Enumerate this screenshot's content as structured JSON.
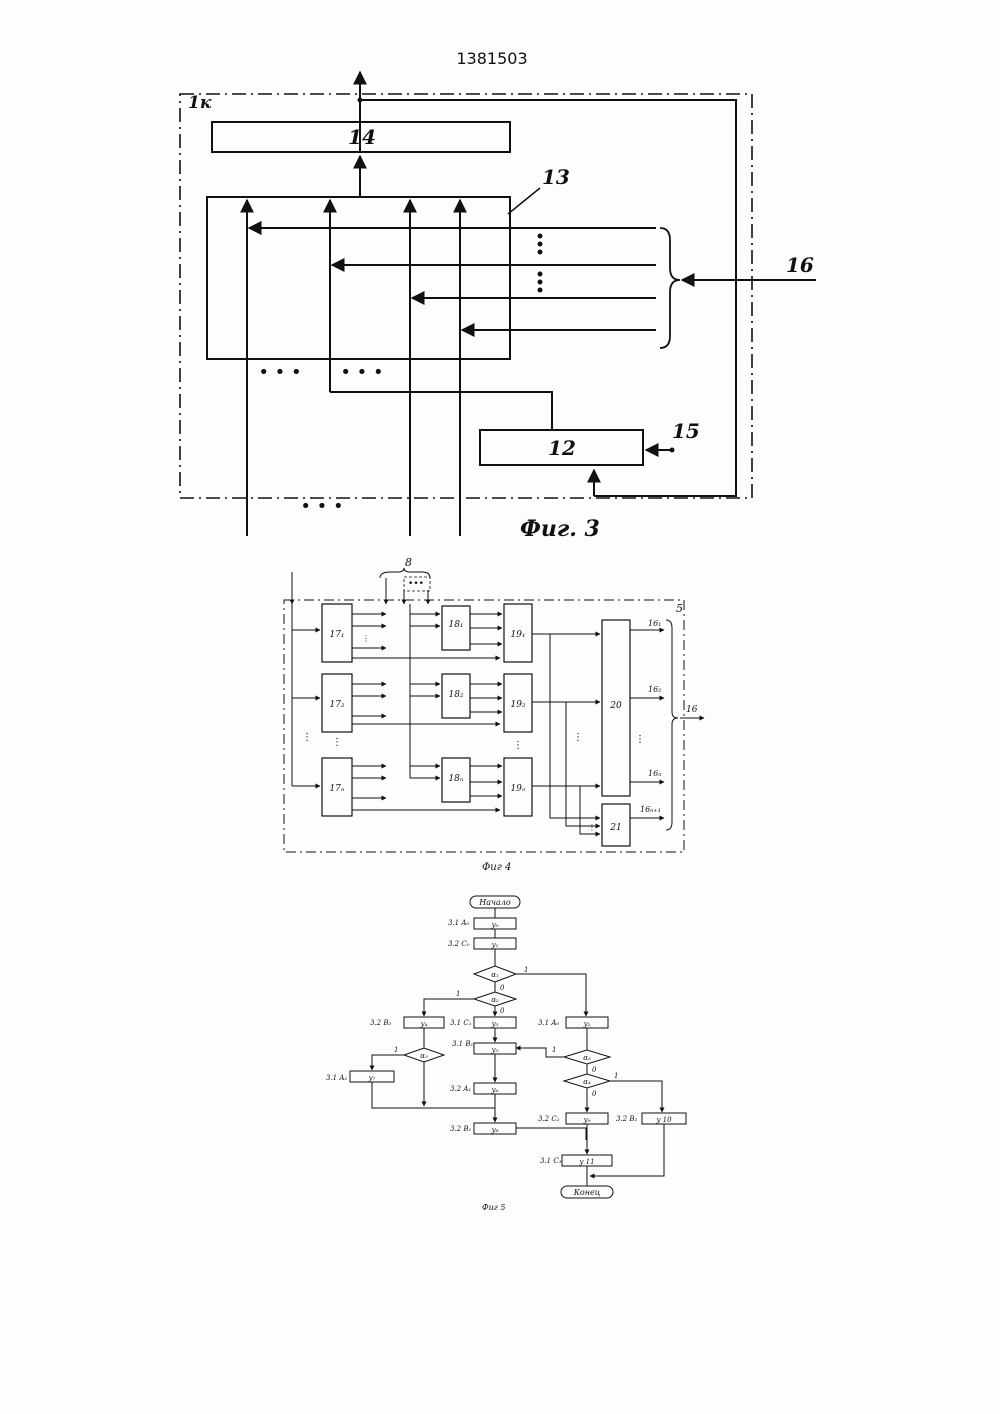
{
  "document": {
    "patent_number": "1381503"
  },
  "fig3": {
    "caption": "Фиг. 3",
    "module_label": "1к",
    "block_14": "14",
    "block_13": "13",
    "block_12": "12",
    "input_15": "15",
    "bus_16": "16",
    "dots": "• • •"
  },
  "fig4": {
    "caption": "Фиг 4",
    "frame_label": "5",
    "input_8": "8",
    "bus_16": "16",
    "dots": "•••",
    "blocks_17": [
      "17₁",
      "17₂",
      "17ₙ"
    ],
    "blocks_18": [
      "18₁",
      "18₂",
      "18ₙ"
    ],
    "blocks_19": [
      "19₁",
      "19₂",
      "19ₙ"
    ],
    "block_20": "20",
    "block_21": "21",
    "outputs": [
      "16₁",
      "16₂",
      "16ₙ",
      "16ₙ₊₁"
    ]
  },
  "fig5": {
    "caption": "Фиг 5",
    "start": "Начало",
    "end": "Конец",
    "ops": {
      "y0": "y₀",
      "y1": "y₁",
      "y2": "y₂",
      "y3": "y₃",
      "y4": "y₄",
      "y5": "y₅",
      "y6": "y₆",
      "y7": "y₇",
      "y8": "y₈",
      "y9": "y₉",
      "y10": "y 10",
      "y11": "y 11"
    },
    "conds": {
      "a1": "α₁",
      "a2": "α₂",
      "a3": "α₃",
      "a4": "α₄",
      "a5": "α₅"
    },
    "states": {
      "s_a0": "3.1 A₀",
      "s_c0": "3.2 C₀",
      "s_b2": "3.2 B₂",
      "s_c1": "3.1 C₁",
      "s_a0b": "3.1 A₀",
      "s_b1": "3.1 B₁",
      "s_a2": "3.1 A₂",
      "s_a1": "3.2 A₁",
      "s_c2": "3.2 C₂",
      "s_b2b": "3.2 B₂",
      "s_b1b": "3.2 B₁",
      "s_c3": "3.1 C₃"
    },
    "branch_one": "1",
    "branch_zero": "0"
  }
}
